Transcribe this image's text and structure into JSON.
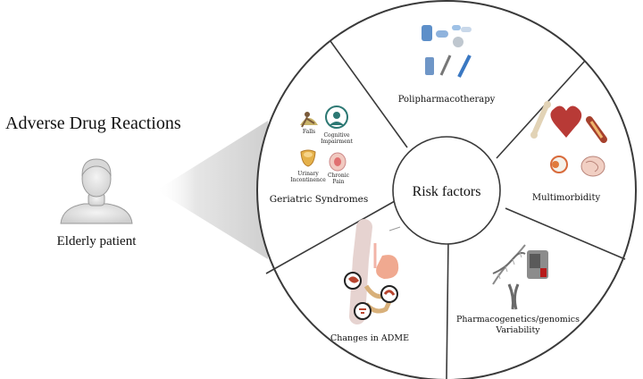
{
  "title": "Adverse Drug Reactions",
  "patient": {
    "label": "Elderly patient",
    "icon": "person-bust-icon"
  },
  "center": {
    "label": "Risk factors"
  },
  "segments": {
    "polipharmacotherapy": {
      "label": "Polipharmacotherapy",
      "icon": "pills-and-syringe-icon"
    },
    "multimorbidity": {
      "label": "Multimorbidity",
      "icon": "organs-icon"
    },
    "pharmacogenetics": {
      "line1": "Pharmacogenetics/genomics",
      "line2": "Variability",
      "icon": "dna-and-sequencer-icon"
    },
    "adme": {
      "label": "Changes in ADME",
      "icon": "digestive-system-icon"
    },
    "geriatric": {
      "label": "Geriatric Syndromes",
      "falls": "Falls",
      "cognitive_1": "Cognitive",
      "cognitive_2": "Impairment",
      "urinary_1": "Urinary",
      "urinary_2": "Incontinence",
      "pain_1": "Chronic",
      "pain_2": "Pain"
    }
  },
  "colors": {
    "ring": "#3a3a3a",
    "fan": "#d9d9d9",
    "teal": "#2c7873",
    "red": "#c0392b",
    "orange": "#e59866"
  }
}
